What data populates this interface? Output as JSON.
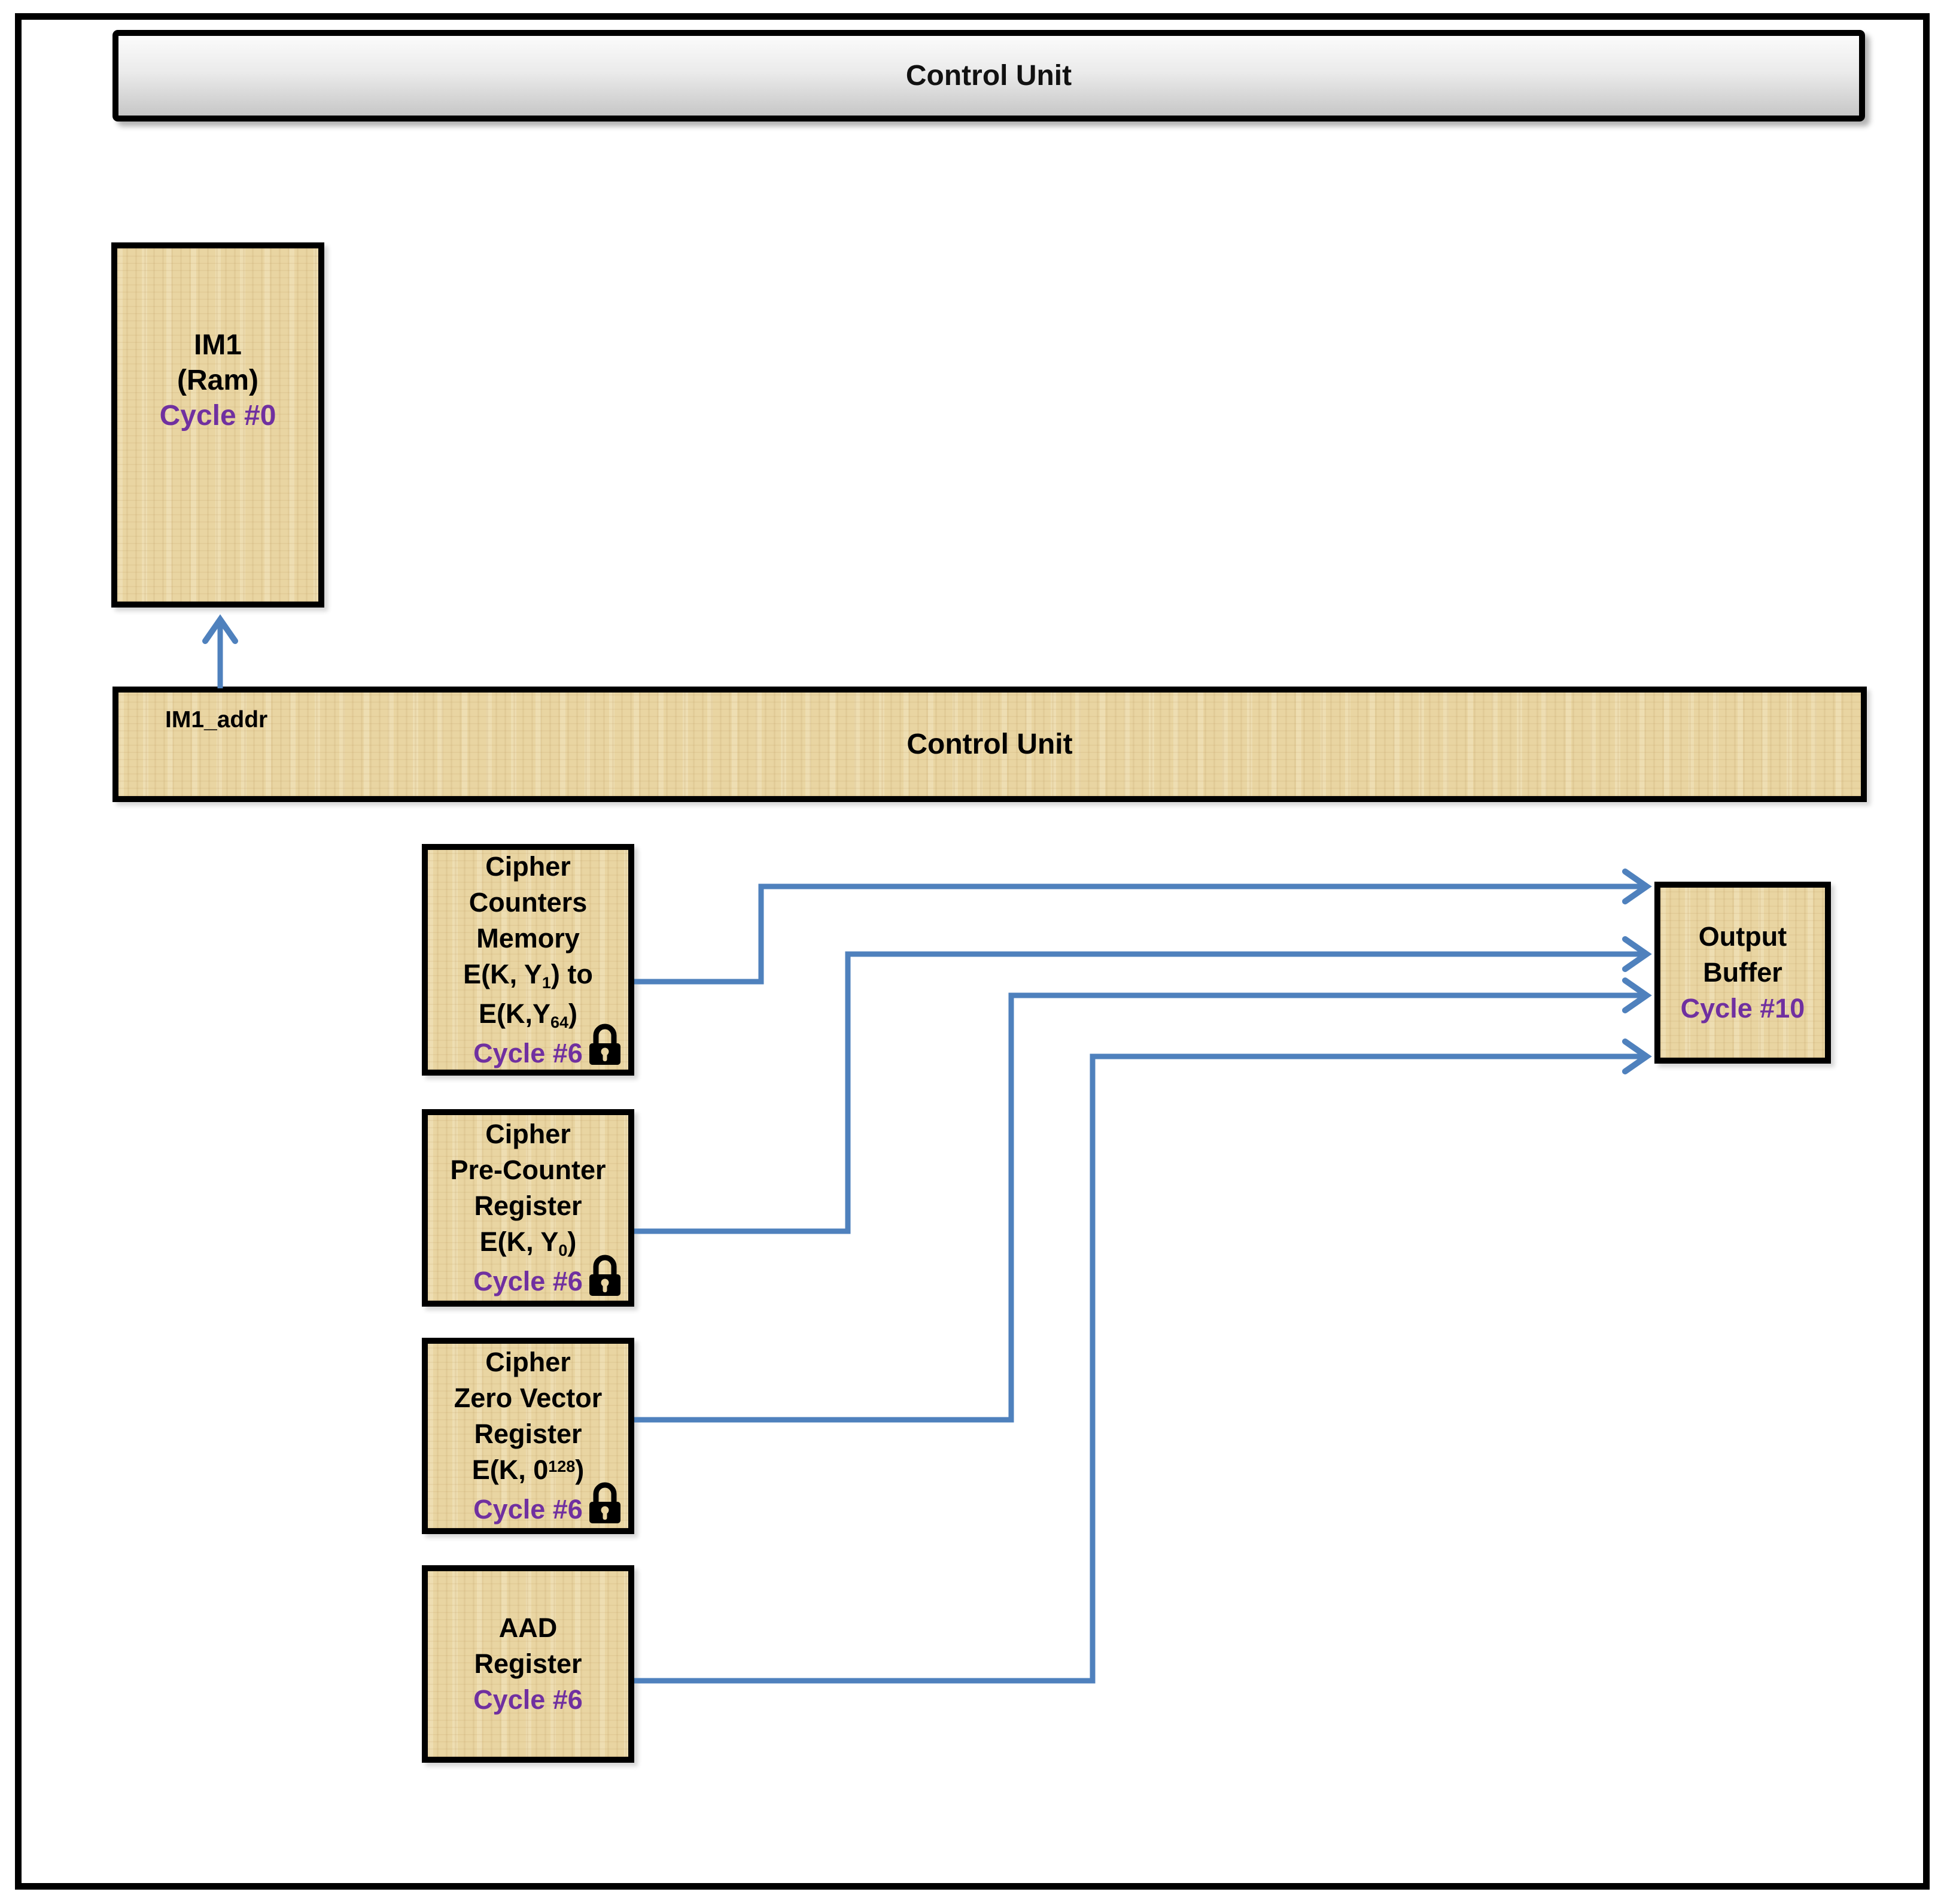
{
  "header": {
    "title": "Control Unit"
  },
  "im1_box": {
    "line1": "IM1",
    "line2": "(Ram)",
    "cycle": "Cycle #0"
  },
  "control_bar": {
    "addr_label": "IM1_addr",
    "title": "Control Unit"
  },
  "boxes": {
    "cipher_counters": {
      "line1": "Cipher",
      "line2": "Counters",
      "line3": "Memory",
      "formula1": {
        "pre": "E(K, Y",
        "sub": "1",
        "post": ") to"
      },
      "formula2": {
        "pre": "E(K,Y",
        "sub": "64",
        "post": ")"
      },
      "cycle": "Cycle #6",
      "lock": true
    },
    "cipher_precounter": {
      "line1": "Cipher",
      "line2": "Pre-Counter",
      "line3": "Register",
      "formula": {
        "pre": "E(K, Y",
        "sub": "0",
        "post": ")"
      },
      "cycle": "Cycle #6",
      "lock": true
    },
    "cipher_zerovector": {
      "line1": "Cipher",
      "line2": "Zero Vector",
      "line3": "Register",
      "formula": {
        "pre": "E(K, 0",
        "sup": "128",
        "post": ")"
      },
      "cycle": "Cycle #6",
      "lock": true
    },
    "aad_register": {
      "line1": "AAD",
      "line2": "Register",
      "cycle": "Cycle #6",
      "lock": false
    }
  },
  "output_box": {
    "line1": "Output",
    "line2": "Buffer",
    "cycle": "Cycle #10"
  },
  "connections": [
    "IM1_addr: Control Unit bar -> IM1 (Ram)",
    "Cipher Counters Memory -> Output Buffer",
    "Cipher Pre-Counter Register -> Output Buffer",
    "Cipher Zero Vector Register -> Output Buffer",
    "AAD Register -> Output Buffer"
  ],
  "colors": {
    "arrow_blue": "#4F81BD",
    "cycle_purple": "#7030A0",
    "box_fill_tan": "#E9D5A2",
    "border_black": "#000000",
    "header_gray_top": "#FBFBFB",
    "header_gray_bottom": "#C7C7C7"
  }
}
